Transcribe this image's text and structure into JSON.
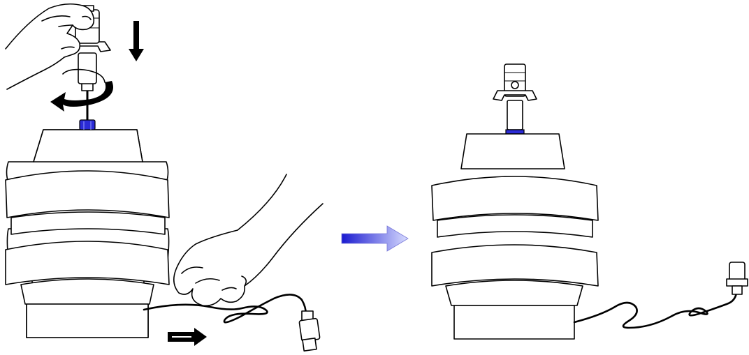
{
  "figure": {
    "type": "assembly-instruction-illustration",
    "steps": [
      {
        "id": "step-1",
        "depicts": [
          "lamp-base",
          "socket-harp",
          "hand-screwing",
          "hand-pulling-cord",
          "rotate-arrow",
          "down-arrow",
          "right-arrow"
        ]
      },
      {
        "id": "step-2",
        "depicts": [
          "lamp-base",
          "socket-harp-assembled",
          "power-cord",
          "plug"
        ]
      }
    ],
    "colors": {
      "outline": "#000000",
      "fill": "#ffffff",
      "connector_blue": "#2b2bd6",
      "transition_arrow_start": "#1a1ad0",
      "transition_arrow_end": "#d8dcff"
    },
    "icons": [
      "down-arrow-icon",
      "rotate-arrow-icon",
      "right-arrow-icon",
      "transition-arrow-icon"
    ]
  }
}
